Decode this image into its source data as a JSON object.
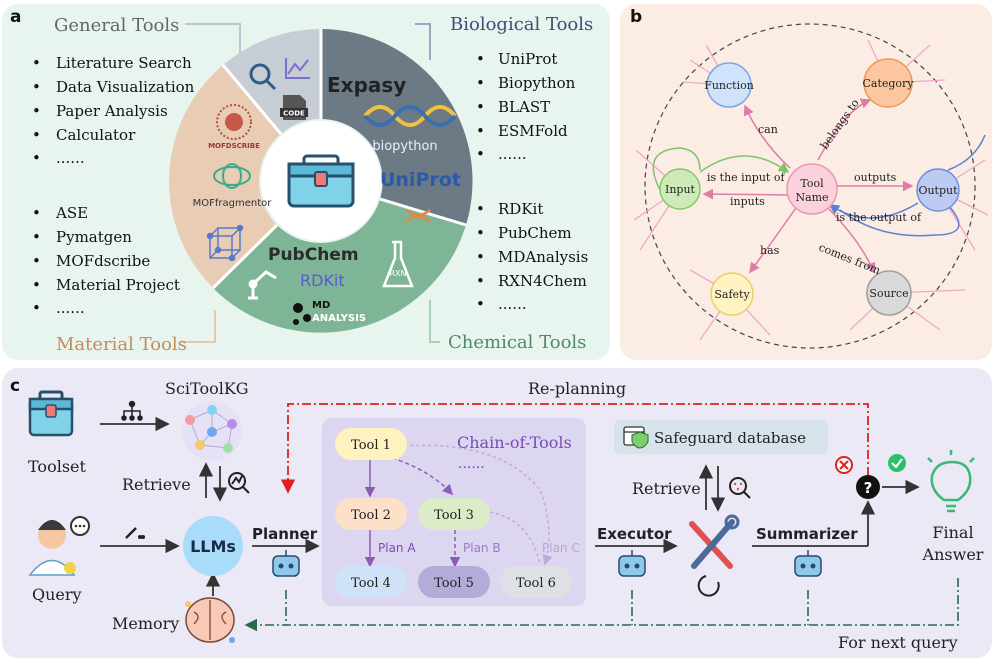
{
  "panel_a": {
    "label": "a",
    "general": {
      "title": "General Tools",
      "items": [
        "Literature Search",
        "Data Visualization",
        "Paper Analysis",
        "Calculator",
        "......"
      ]
    },
    "material": {
      "title": "Material Tools",
      "items": [
        "ASE",
        "Pymatgen",
        "MOFdscribe",
        "Material Project",
        "......"
      ]
    },
    "biological": {
      "title": "Biological Tools",
      "items": [
        "UniProt",
        "Biopython",
        "BLAST",
        "ESMFold",
        "......"
      ]
    },
    "chemical": {
      "title": "Chemical Tools",
      "items": [
        "RDKit",
        "PubChem",
        "MDAnalysis",
        "RXN4Chem",
        "......"
      ]
    },
    "logos": {
      "expasy": "Expasy",
      "biopython": "biopython",
      "uniprot": "UniProt",
      "pubchem": "PubChem",
      "rdkit": "RDKit",
      "md": "MD",
      "analysis": "ANALYSIS",
      "rxn": "RXN",
      "mofscribe": "MOFDSCRIBE",
      "moffragmentor": "MOFfragmentor",
      "code": "CODE"
    }
  },
  "panel_b": {
    "label": "b",
    "nodes": {
      "function": "Function",
      "category": "Category",
      "input": "Input",
      "tool1": "Tool",
      "tool2": "Name",
      "output": "Output",
      "safety": "Safety",
      "source": "Source"
    },
    "edges": {
      "can": "can",
      "belongs_to": "belongs to",
      "is_input_of": "is the input of",
      "inputs": "inputs",
      "outputs": "outputs",
      "is_output_of": "is the output of",
      "has": "has",
      "comes_from": "comes from"
    }
  },
  "panel_c": {
    "label": "c",
    "toolset": "Toolset",
    "query": "Query",
    "scitoolkg": "SciToolKG",
    "retrieve_left": "Retrieve",
    "llms": "LLMs",
    "memory": "Memory",
    "planner": "Planner",
    "chain_title": "Chain-of-Tools",
    "chain_dots": "......",
    "tools": [
      "Tool 1",
      "Tool 2",
      "Tool 3",
      "Tool 4",
      "Tool 5",
      "Tool 6"
    ],
    "plans": [
      "Plan A",
      "Plan B",
      "Plan C"
    ],
    "executor": "Executor",
    "safeguard": "Safeguard database",
    "retrieve_right": "Retrieve",
    "summarizer": "Summarizer",
    "final1": "Final",
    "final2": "Answer",
    "replanning": "Re-planning",
    "next_query": "For next query",
    "question_mark": "?"
  }
}
